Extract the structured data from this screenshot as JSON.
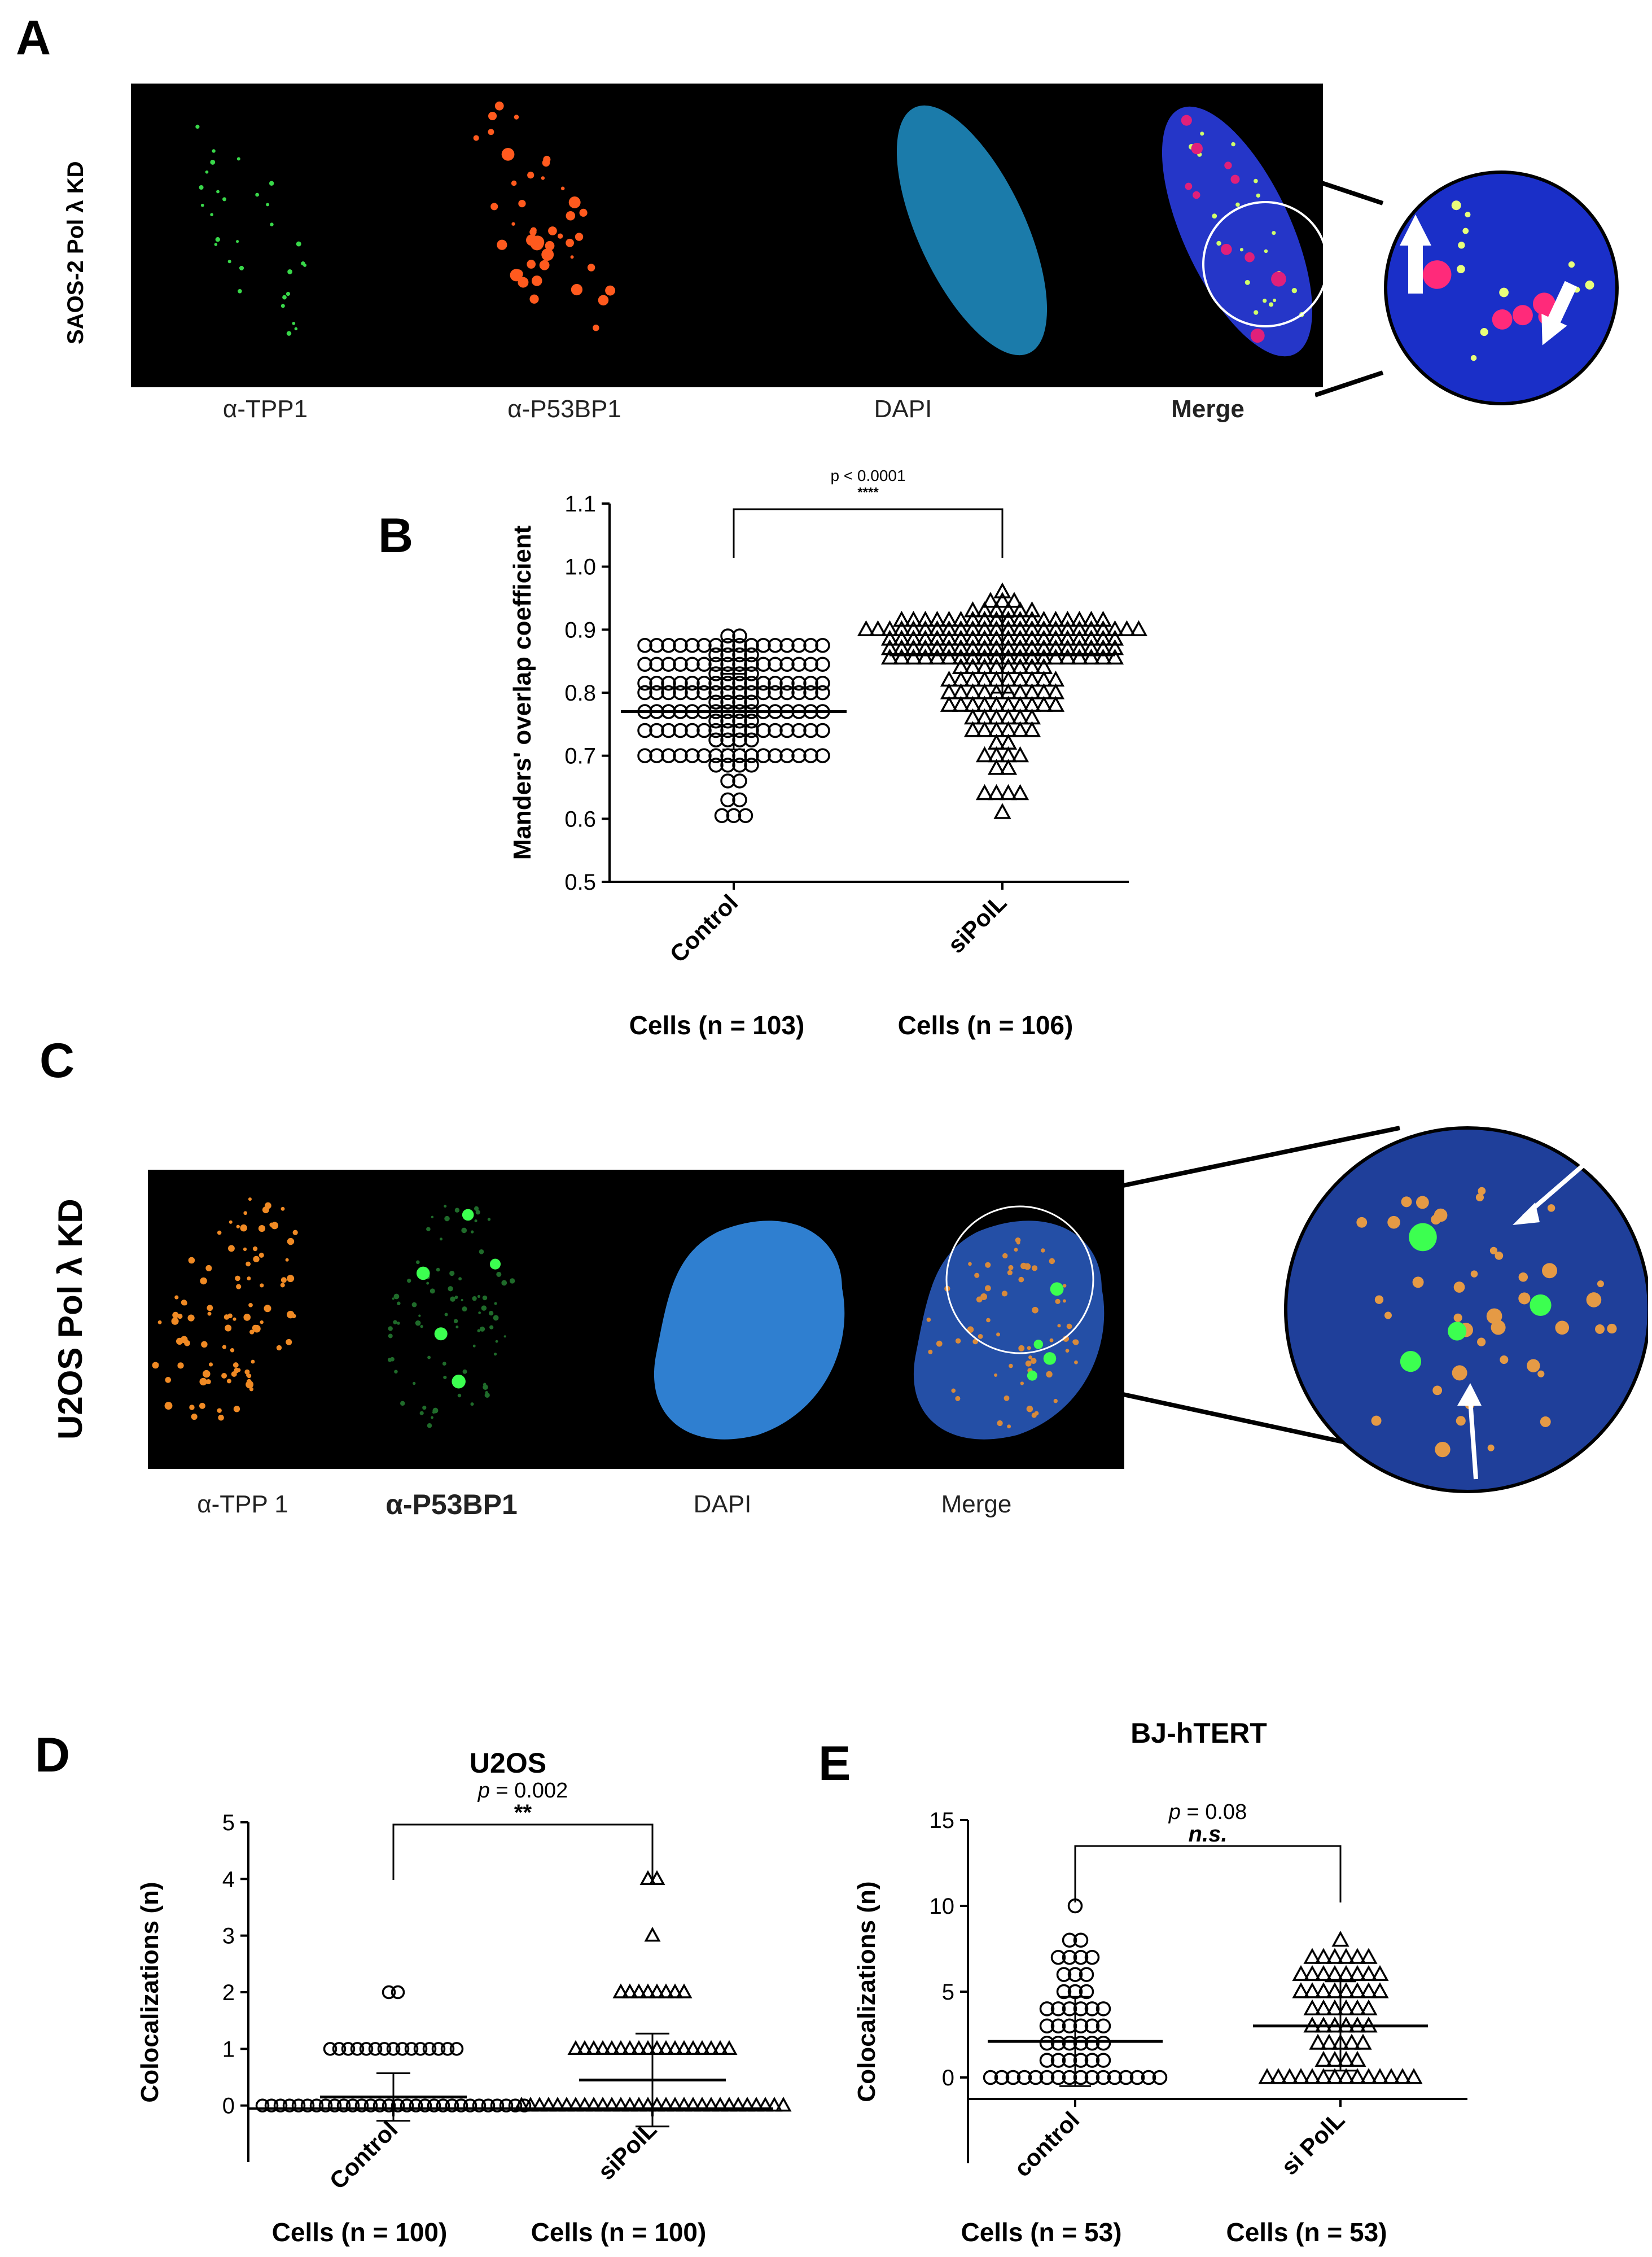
{
  "panels": {
    "A": {
      "letter": "A",
      "row_label": "SAOS-2 Pol λ KD",
      "captions": [
        "α-TPP1",
        "α-P53BP1",
        "DAPI",
        "Merge"
      ]
    },
    "B": {
      "letter": "B"
    },
    "C": {
      "letter": "C",
      "row_label": "U2OS Pol λ KD",
      "captions": [
        "α-TPP 1",
        "α-P53BP1",
        "DAPI",
        "Merge"
      ]
    },
    "D": {
      "letter": "D"
    },
    "E": {
      "letter": "E"
    }
  },
  "colors": {
    "tpp1_green": "#39d84a",
    "p53bp1_red": "#ff5a1e",
    "dapi_blue": "#1d86b8",
    "merge_blue": "#2536c8",
    "tpp1_orange": "#f08a24",
    "u2os_dapi": "#2f7fd0"
  },
  "icons": [
    "arrow-icon",
    "zoom-circle-icon"
  ],
  "chart_data": [
    {
      "id": "B",
      "type": "scatter",
      "title": "",
      "ylabel": "Manders' overlap coefficient",
      "ylim": [
        0.5,
        1.1
      ],
      "yticks": [
        "0.5",
        "0.6",
        "0.7",
        "0.8",
        "0.9",
        "1.0",
        "1.1"
      ],
      "categories": [
        "Control",
        "siPolL"
      ],
      "group_labels": [
        "Cells (n = 103)",
        "Cells (n = 106)"
      ],
      "significance": {
        "p": "p < 0.0001",
        "stars": "****"
      },
      "series": [
        {
          "marker": "circle",
          "mean": 0.77,
          "sd": 0.06,
          "rows": [
            {
              "y": 0.89,
              "n": 2
            },
            {
              "y": 0.875,
              "n": 16
            },
            {
              "y": 0.86,
              "n": 4
            },
            {
              "y": 0.845,
              "n": 16
            },
            {
              "y": 0.83,
              "n": 4
            },
            {
              "y": 0.815,
              "n": 16
            },
            {
              "y": 0.8,
              "n": 16
            },
            {
              "y": 0.785,
              "n": 4
            },
            {
              "y": 0.77,
              "n": 16
            },
            {
              "y": 0.755,
              "n": 4
            },
            {
              "y": 0.74,
              "n": 16
            },
            {
              "y": 0.725,
              "n": 4
            },
            {
              "y": 0.7,
              "n": 16
            },
            {
              "y": 0.685,
              "n": 4
            },
            {
              "y": 0.66,
              "n": 2
            },
            {
              "y": 0.63,
              "n": 2
            },
            {
              "y": 0.605,
              "n": 3
            }
          ]
        },
        {
          "marker": "triangle",
          "mean": 0.86,
          "sd": 0.06,
          "rows": [
            {
              "y": 0.96,
              "n": 1
            },
            {
              "y": 0.945,
              "n": 3
            },
            {
              "y": 0.93,
              "n": 6
            },
            {
              "y": 0.915,
              "n": 18
            },
            {
              "y": 0.9,
              "n": 24
            },
            {
              "y": 0.885,
              "n": 20
            },
            {
              "y": 0.87,
              "n": 20
            },
            {
              "y": 0.855,
              "n": 20
            },
            {
              "y": 0.84,
              "n": 8
            },
            {
              "y": 0.82,
              "n": 10
            },
            {
              "y": 0.8,
              "n": 10
            },
            {
              "y": 0.78,
              "n": 10
            },
            {
              "y": 0.76,
              "n": 6
            },
            {
              "y": 0.74,
              "n": 6
            },
            {
              "y": 0.72,
              "n": 2
            },
            {
              "y": 0.7,
              "n": 4
            },
            {
              "y": 0.68,
              "n": 2
            },
            {
              "y": 0.64,
              "n": 4
            },
            {
              "y": 0.61,
              "n": 1
            }
          ]
        }
      ]
    },
    {
      "id": "D",
      "type": "scatter",
      "title": "U2OS",
      "ylabel": "Colocalizations (n)",
      "ylim": [
        -1,
        5
      ],
      "yticks": [
        "0",
        "1",
        "2",
        "3",
        "4",
        "5"
      ],
      "categories": [
        "Control",
        "siPolL"
      ],
      "group_labels": [
        "Cells (n = 100)",
        "Cells (n = 100)"
      ],
      "significance": {
        "p_prefix": "p",
        "p_value": " = 0.002",
        "stars": "**"
      },
      "series": [
        {
          "marker": "circle",
          "mean": 0.15,
          "sd": 0.42,
          "rows": [
            {
              "y": 2,
              "n": 2
            },
            {
              "y": 1,
              "n": 15
            },
            {
              "y": 0,
              "n": 30
            }
          ]
        },
        {
          "marker": "triangle",
          "mean": 0.45,
          "sd": 0.82,
          "rows": [
            {
              "y": 4,
              "n": 2
            },
            {
              "y": 3,
              "n": 1
            },
            {
              "y": 2,
              "n": 8
            },
            {
              "y": 1,
              "n": 18
            },
            {
              "y": 0,
              "n": 30
            }
          ]
        }
      ]
    },
    {
      "id": "E",
      "type": "scatter",
      "title": "BJ-hTERT",
      "ylabel": "Colocalizations (n)",
      "ylim": [
        -5,
        15
      ],
      "yticks": [
        "0",
        "5",
        "10",
        "15"
      ],
      "categories": [
        "control",
        "si PolL"
      ],
      "group_labels": [
        "Cells (n = 53)",
        "Cells (n = 53)"
      ],
      "significance": {
        "p_prefix": "p",
        "p_value": " = 0.08",
        "stars": "n.s."
      },
      "series": [
        {
          "marker": "circle",
          "mean": 2.1,
          "sd": 2.6,
          "rows": [
            {
              "y": 10,
              "n": 1
            },
            {
              "y": 8,
              "n": 2
            },
            {
              "y": 7,
              "n": 4
            },
            {
              "y": 6,
              "n": 3
            },
            {
              "y": 5,
              "n": 3
            },
            {
              "y": 4,
              "n": 6
            },
            {
              "y": 3,
              "n": 6
            },
            {
              "y": 2,
              "n": 6
            },
            {
              "y": 1,
              "n": 6
            },
            {
              "y": 0,
              "n": 16
            }
          ]
        },
        {
          "marker": "triangle",
          "mean": 3.0,
          "sd": 2.6,
          "rows": [
            {
              "y": 8,
              "n": 1
            },
            {
              "y": 7,
              "n": 6
            },
            {
              "y": 6,
              "n": 8
            },
            {
              "y": 5,
              "n": 8
            },
            {
              "y": 4,
              "n": 6
            },
            {
              "y": 3,
              "n": 6
            },
            {
              "y": 2,
              "n": 5
            },
            {
              "y": 1,
              "n": 4
            },
            {
              "y": 0,
              "n": 14
            }
          ]
        }
      ]
    }
  ]
}
